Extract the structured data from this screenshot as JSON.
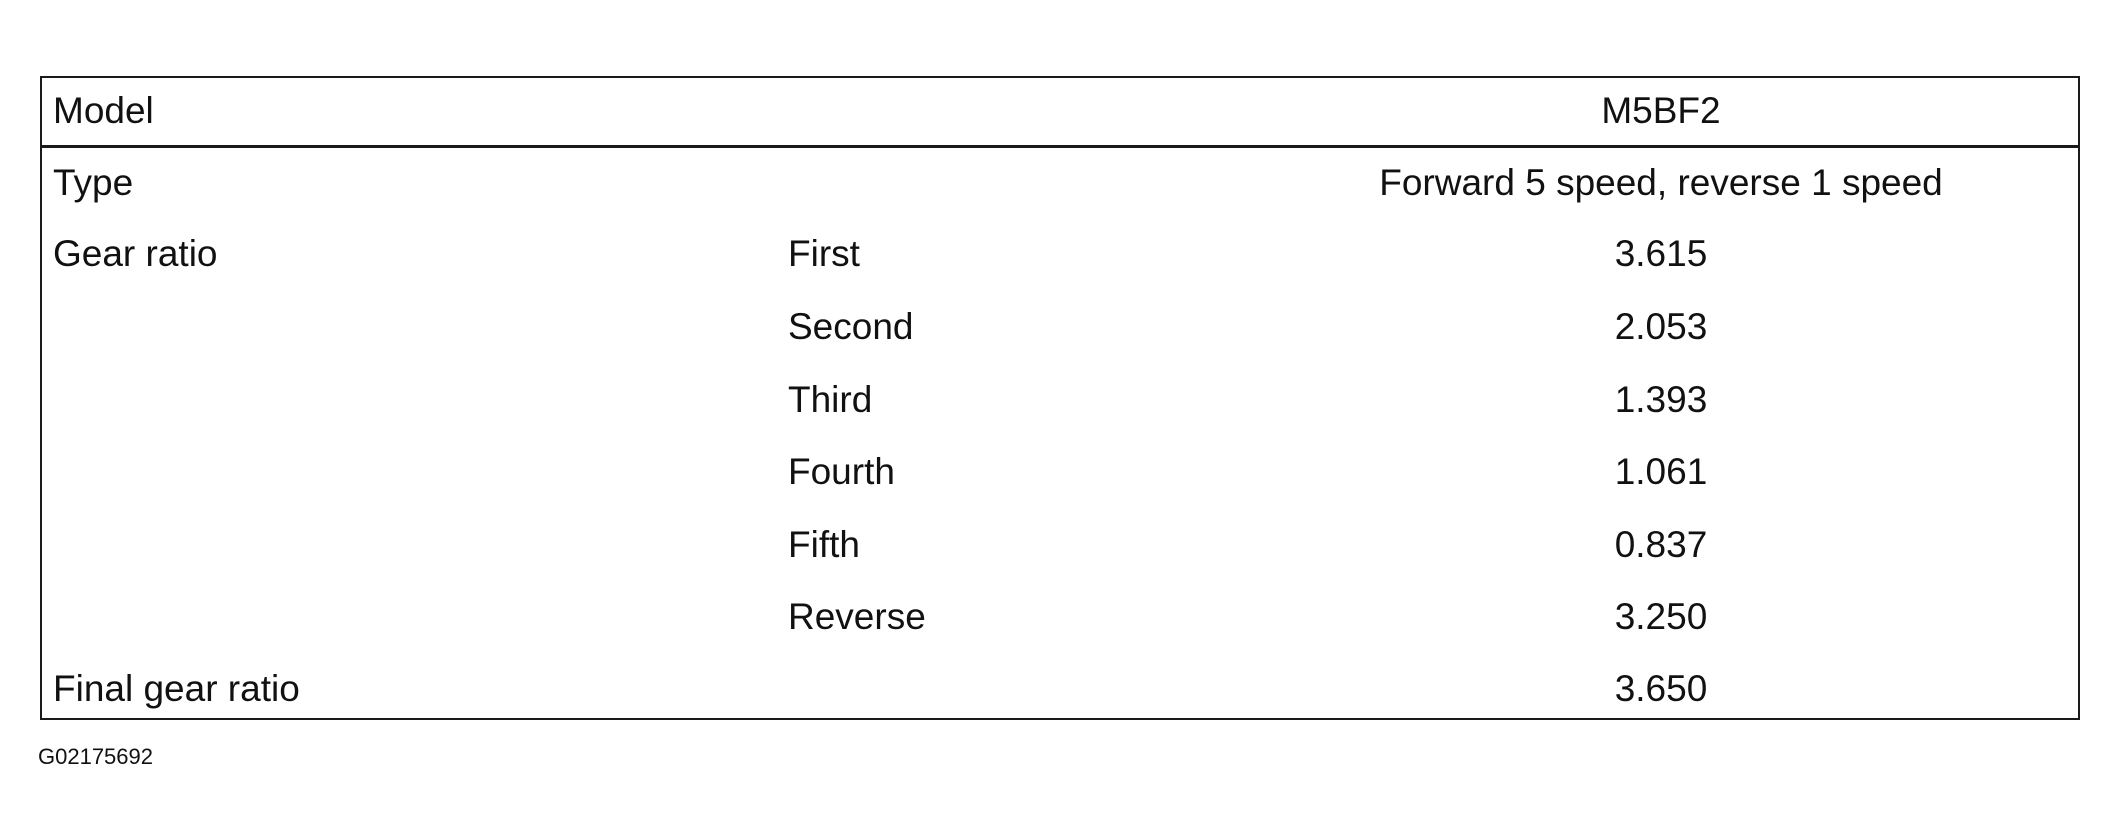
{
  "table": {
    "header": {
      "label": "Model",
      "value": "M5BF2"
    },
    "rows": [
      {
        "label": "Type",
        "sub": "",
        "value": "Forward 5 speed, reverse 1 speed"
      },
      {
        "label": "Gear ratio",
        "sub": "First",
        "value": "3.615"
      },
      {
        "label": "",
        "sub": "Second",
        "value": "2.053"
      },
      {
        "label": "",
        "sub": "Third",
        "value": "1.393"
      },
      {
        "label": "",
        "sub": "Fourth",
        "value": "1.061"
      },
      {
        "label": "",
        "sub": "Fifth",
        "value": "0.837"
      },
      {
        "label": "",
        "sub": "Reverse",
        "value": "3.250"
      },
      {
        "label": "Final gear ratio",
        "sub": "",
        "value": "3.650"
      }
    ]
  },
  "figure_id": "G02175692"
}
